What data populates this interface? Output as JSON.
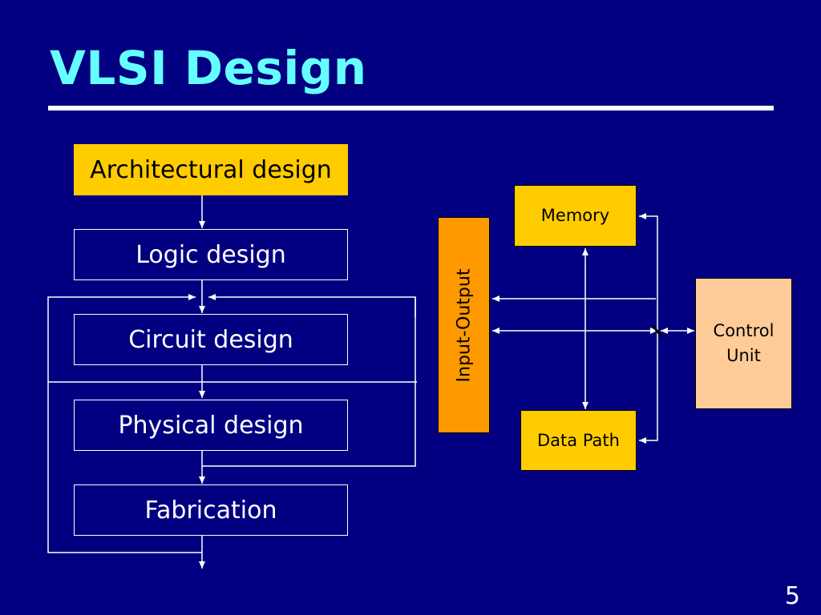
{
  "slide": {
    "title": "VLSI Design",
    "page_number": "5"
  },
  "flow": {
    "stages": [
      "Architectural design",
      "Logic design",
      "Circuit design",
      "Physical design",
      "Fabrication"
    ]
  },
  "architecture": {
    "memory": "Memory",
    "input_output": "Input-Output",
    "data_path": "Data Path",
    "control_unit_line1": "Control",
    "control_unit_line2": "Unit"
  },
  "colors": {
    "background": "#020080",
    "title": "#66ffff",
    "highlight": "#ffcc00",
    "io_block": "#ff9900",
    "control_block": "#ffcc99",
    "lines": "#ffffff"
  }
}
